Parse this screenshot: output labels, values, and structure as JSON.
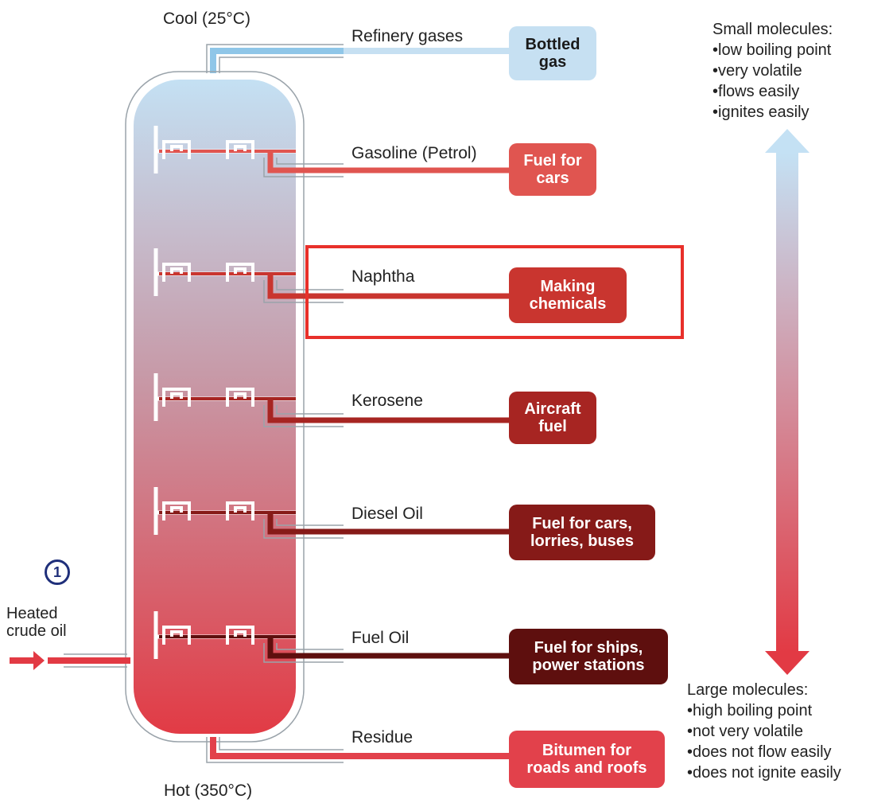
{
  "labels": {
    "cool": "Cool (25°C)",
    "hot": "Hot (350°C)",
    "input": "Heated\ncrude oil",
    "marker": "1"
  },
  "fractions": [
    {
      "name": "Refinery gases",
      "use": "Bottled\ngas",
      "color": "#c6e0f2",
      "text_color": "#1a1a1a"
    },
    {
      "name": "Gasoline (Petrol)",
      "use": "Fuel for\ncars",
      "color": "#e05550",
      "text_color": "#ffffff"
    },
    {
      "name": "Naphtha",
      "use": "Making\nchemicals",
      "color": "#c9352f",
      "text_color": "#ffffff"
    },
    {
      "name": "Kerosene",
      "use": "Aircraft\nfuel",
      "color": "#a72522",
      "text_color": "#ffffff"
    },
    {
      "name": "Diesel Oil",
      "use": "Fuel for cars,\nlorries, buses",
      "color": "#861a18",
      "text_color": "#ffffff"
    },
    {
      "name": "Fuel Oil",
      "use": "Fuel for ships,\npower stations",
      "color": "#5e0f0e",
      "text_color": "#ffffff"
    },
    {
      "name": "Residue",
      "use": "Bitumen for\nroads and roofs",
      "color": "#e2414b",
      "text_color": "#ffffff"
    }
  ],
  "small_molecules": {
    "title": "Small molecules:",
    "points": [
      "low boiling point",
      "very volatile",
      "flows easily",
      "ignites easily"
    ]
  },
  "large_molecules": {
    "title": "Large molecules:",
    "points": [
      "high boiling point",
      "not very volatile",
      "does not flow easily",
      "does not ignite easily"
    ]
  },
  "colors": {
    "top_gradient": "#c4e1f4",
    "bottom_gradient": "#e23a44",
    "highlight": "#e8302a",
    "marker": "#1f2f7a"
  }
}
